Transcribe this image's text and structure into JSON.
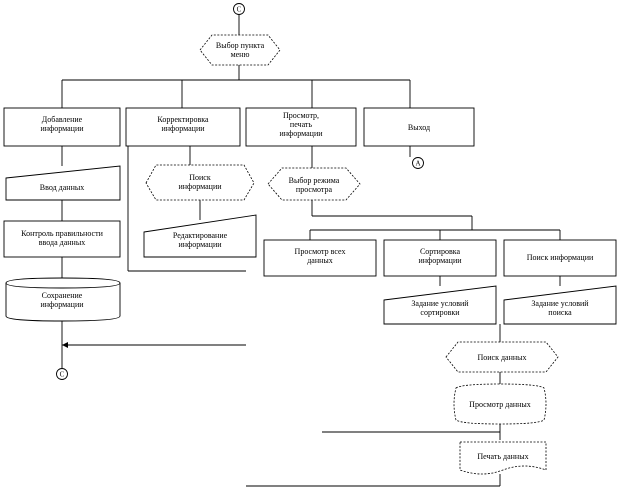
{
  "start_connector": "C",
  "main_choice": [
    "Выбор пункта",
    "меню"
  ],
  "menu": {
    "add": [
      "Добавление",
      "информации"
    ],
    "correct": [
      "Корректировка",
      "информации"
    ],
    "view": [
      "Просмотр,",
      "печать",
      "информации"
    ],
    "exit": [
      "Выход"
    ]
  },
  "exit_connector": "A",
  "add_branch": {
    "input": [
      "Ввод данных"
    ],
    "check": [
      "Контроль правильности",
      "ввода данных"
    ],
    "save": [
      "Сохранение",
      "информации"
    ],
    "connector": "C"
  },
  "correct_branch": {
    "find": [
      "Поиск",
      "информации"
    ],
    "edit": [
      "Редактирование",
      "информации"
    ]
  },
  "view_branch": {
    "choice": [
      "Выбор режима",
      "просмотра"
    ],
    "all": [
      "Просмотр всех",
      "данных"
    ],
    "sort": [
      "Сортировка",
      "информации"
    ],
    "search": [
      "Поиск информации"
    ],
    "sort_cond": [
      "Задание условий",
      "сортировки"
    ],
    "search_cond": [
      "Задание условий",
      "поиска"
    ],
    "data_search": [
      "Поиск данных"
    ],
    "data_view": [
      "Просмотр данных"
    ],
    "data_print": [
      "Печать данных"
    ]
  }
}
